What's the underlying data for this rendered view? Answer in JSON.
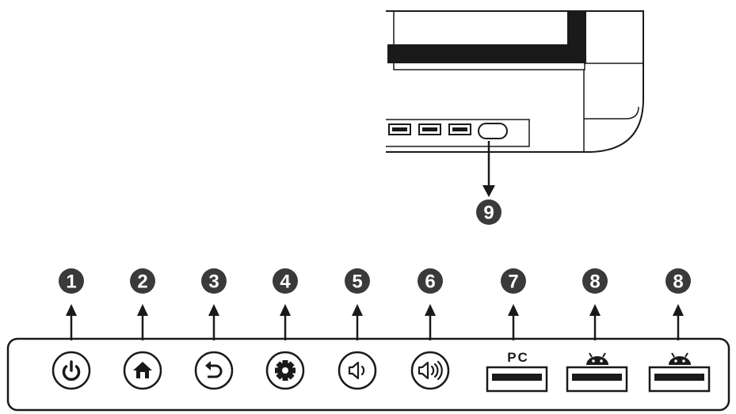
{
  "callout_top": {
    "number": "9"
  },
  "callouts": [
    {
      "number": "1",
      "icon": "power-icon"
    },
    {
      "number": "2",
      "icon": "home-icon"
    },
    {
      "number": "3",
      "icon": "back-icon"
    },
    {
      "number": "4",
      "icon": "gear-icon"
    },
    {
      "number": "5",
      "icon": "volume-down-icon"
    },
    {
      "number": "6",
      "icon": "volume-up-icon"
    },
    {
      "number": "7",
      "icon": "usb-port",
      "label": "PC"
    },
    {
      "number": "8",
      "icon": "android-usb-port"
    },
    {
      "number": "8",
      "icon": "android-usb-port"
    }
  ],
  "colors": {
    "ink": "#1a1a1a",
    "badge": "#3a3a3a",
    "panel_fill": "#ffffff"
  }
}
